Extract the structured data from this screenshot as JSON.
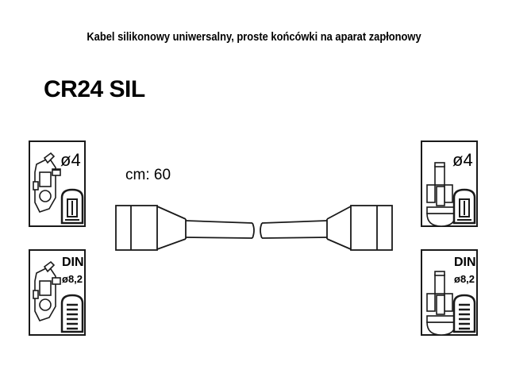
{
  "header": {
    "description": "Kabel silikonowy uniwersalny, proste końcówki na aparat zapłonowy"
  },
  "product": {
    "code": "CR24 SIL"
  },
  "cable": {
    "length_label": "cm: 60"
  },
  "boxes": {
    "top_left": {
      "diameter_label": "ø4"
    },
    "bottom_left": {
      "standard_label": "DIN",
      "diameter_label": "ø8,2"
    },
    "top_right": {
      "diameter_label": "ø4"
    },
    "bottom_right": {
      "standard_label": "DIN",
      "diameter_label": "ø8,2"
    }
  },
  "colors": {
    "line": "#1a1a1a",
    "background": "#ffffff"
  }
}
